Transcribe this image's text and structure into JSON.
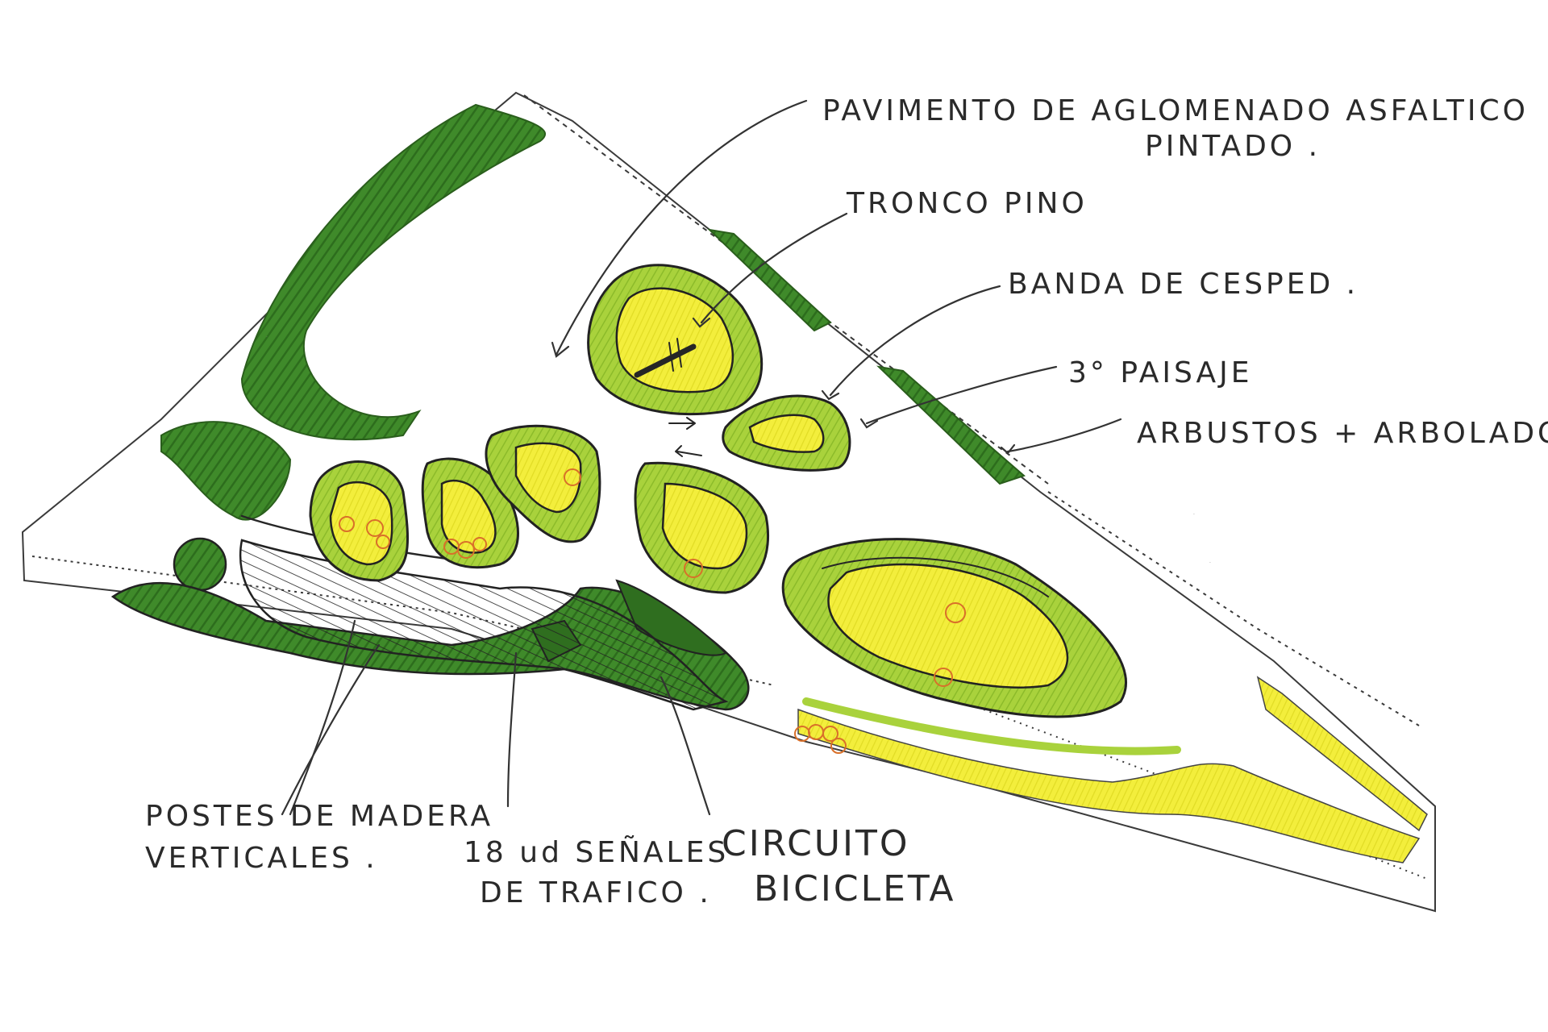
{
  "annotations": {
    "pavimento_line1": "PAVIMENTO DE AGLOMENADO ASFALTICO",
    "pavimento_line2": "PINTADO .",
    "tronco_pino": "TRONCO PINO",
    "banda_cesped": "BANDA DE CESPED .",
    "paisaje": "3° PAISAJE",
    "arbustos": "ARBUSTOS + ARBOLADO .",
    "postes_line1": "POSTES DE MADERA",
    "postes_line2": "VERTICALES .",
    "senales_line1": "18 ud SEÑALES",
    "senales_line2": "DE TRAFICO .",
    "circuito_line1": "CIRCUITO",
    "circuito_line2": "BICICLETA"
  },
  "colors": {
    "dark_green": "#3f8a2a",
    "light_green": "#a9d23c",
    "yellow_green": "#e4ea3a",
    "yellow": "#f4f03a",
    "paper": "#ffffff",
    "ink": "#262626",
    "orange_circles": "#d9702a"
  }
}
